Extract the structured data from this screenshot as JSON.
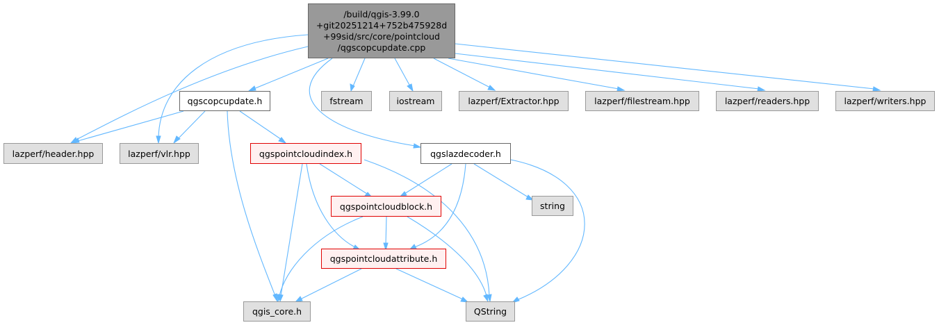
{
  "root": {
    "lines": [
      "/build/qgis-3.99.0",
      "+git20251214+752b475928d",
      "+99sid/src/core/pointcloud",
      "/qgscopcupdate.cpp"
    ]
  },
  "nodes": {
    "qgscopcupdate_h": "qgscopcupdate.h",
    "fstream": "fstream",
    "iostream": "iostream",
    "extractor": "lazperf/Extractor.hpp",
    "filestream": "lazperf/filestream.hpp",
    "readers": "lazperf/readers.hpp",
    "writers": "lazperf/writers.hpp",
    "header": "lazperf/header.hpp",
    "vlr": "lazperf/vlr.hpp",
    "index": "qgspointcloudindex.h",
    "lazdecoder": "qgslazdecoder.h",
    "string": "string",
    "block": "qgspointcloudblock.h",
    "attribute": "qgspointcloudattribute.h",
    "core": "qgis_core.h",
    "qstring": "QString"
  },
  "colors": {
    "edge": "#63b8ff",
    "root_fill": "#999999",
    "missing_border": "#e00000",
    "system_fill": "#e0e0e0"
  }
}
